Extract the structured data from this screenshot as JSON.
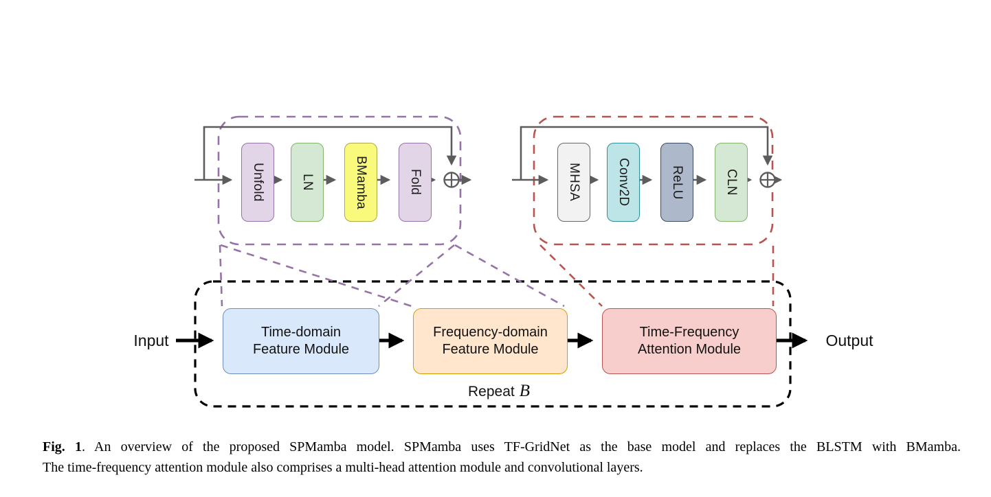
{
  "figure": {
    "caption": {
      "label": "Fig. 1",
      "line1": ". An overview of the proposed SPMamba model. SPMamba uses TF-GridNet as the base model and replaces the BLSTM with BMamba.",
      "line2": "The time-frequency attention module also comprises a multi-head attention module and convolutional layers."
    },
    "labels": {
      "input": "Input",
      "output": "Output",
      "repeat": "Repeat",
      "repeat_var": "B"
    },
    "icons": {
      "residual_sum": "circled-plus-icon",
      "residual_sum_glyph": "⊕"
    },
    "detail_left": {
      "outline_color": "#9673A6",
      "blocks": [
        {
          "label": "Unfold",
          "fill": "#E1D5E7",
          "border": "#9673A6"
        },
        {
          "label": "LN",
          "fill": "#D5E8D4",
          "border": "#82B366"
        },
        {
          "label": "BMamba",
          "fill": "#F9F97C",
          "border": "#ABAB46"
        },
        {
          "label": "Fold",
          "fill": "#E1D5E7",
          "border": "#9673A6"
        }
      ]
    },
    "detail_right": {
      "outline_color": "#B85450",
      "blocks": [
        {
          "label": "MHSA",
          "fill": "#F2F2F2",
          "border": "#666666"
        },
        {
          "label": "Conv2D",
          "fill": "#BDE5E7",
          "border": "#2E8F97"
        },
        {
          "label": "ReLU",
          "fill": "#AEB8CB",
          "border": "#3C4A64"
        },
        {
          "label": "CLN",
          "fill": "#D5E8D4",
          "border": "#82B366"
        }
      ]
    },
    "pipeline": {
      "outline_color": "#000000",
      "flow_line_color": "#5C5C5C",
      "modules": [
        {
          "line1": "Time-domain",
          "line2": "Feature Module",
          "fill": "#DAE8FC",
          "border": "#6C8EBF"
        },
        {
          "line1": "Frequency-domain",
          "line2": "Feature Module",
          "fill": "#FFE6CC",
          "border": "#D79B00"
        },
        {
          "line1": "Time-Frequency",
          "line2": "Attention Module",
          "fill": "#F8CECC",
          "border": "#B85450"
        }
      ]
    }
  }
}
